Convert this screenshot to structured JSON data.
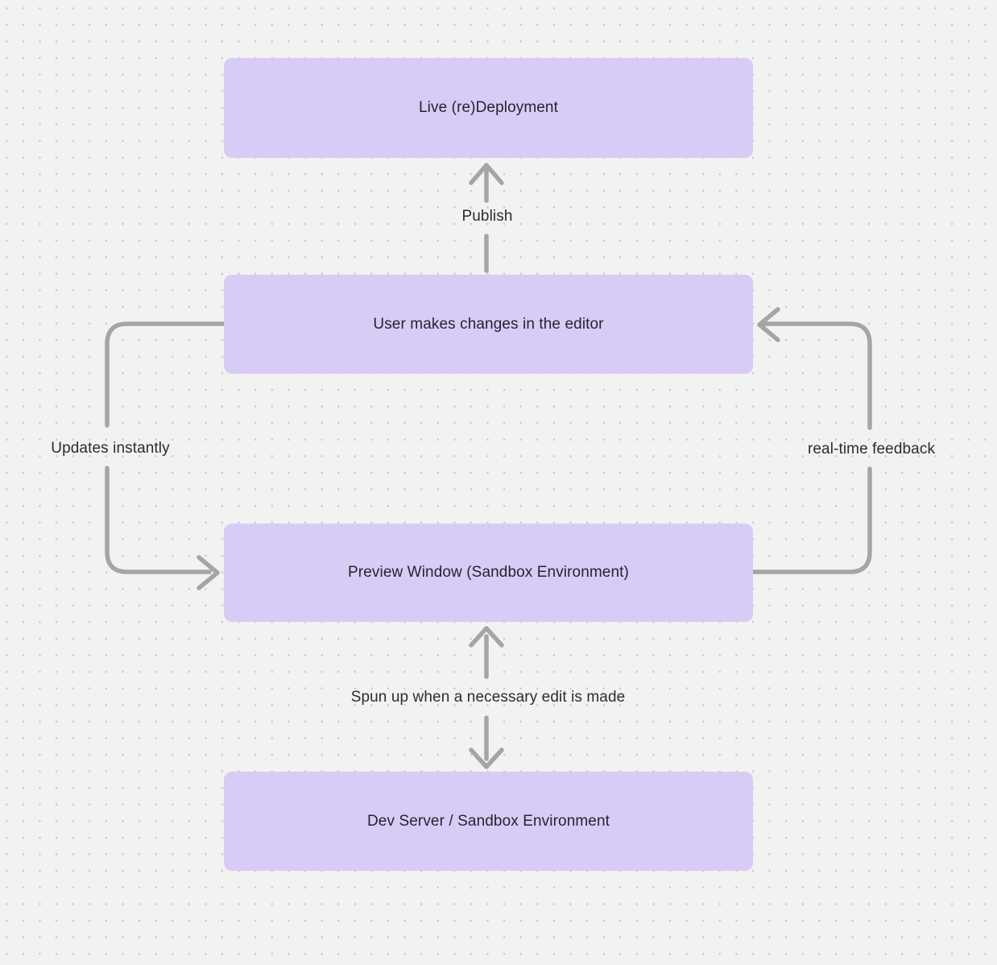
{
  "diagram": {
    "type": "flowchart",
    "background_color": "#f2f2f1",
    "dot_grid_color": "#c7c7c7",
    "node_fill_color": "#d8ccf6",
    "node_text_color": "#262330",
    "arrow_color": "#a5a5a5",
    "nodes": [
      {
        "id": "live-redeployment",
        "label": "Live (re)Deployment"
      },
      {
        "id": "user-editor",
        "label": "User makes changes in the editor"
      },
      {
        "id": "preview-window",
        "label": "Preview Window (Sandbox Environment)"
      },
      {
        "id": "dev-server",
        "label": "Dev Server / Sandbox Environment"
      }
    ],
    "edges": [
      {
        "id": "publish",
        "label": "Publish",
        "from": "user-editor",
        "to": "live-redeployment",
        "direction": "up"
      },
      {
        "id": "updates-instantly",
        "label": "Updates instantly",
        "from": "user-editor",
        "to": "preview-window",
        "direction": "left-loop-down"
      },
      {
        "id": "real-time-feedback",
        "label": "real-time feedback",
        "from": "preview-window",
        "to": "user-editor",
        "direction": "right-loop-up"
      },
      {
        "id": "spun-up",
        "label": "Spun up when a necessary edit is made",
        "from": "preview-window",
        "to": "dev-server",
        "direction": "bidirectional"
      }
    ]
  }
}
